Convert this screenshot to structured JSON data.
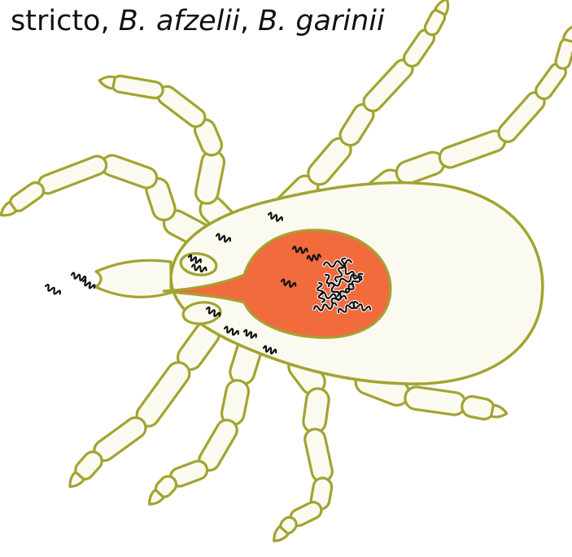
{
  "caption": {
    "text_prefix": "stricto, ",
    "species_1": "B. afzelii",
    "separator": ", ",
    "species_2": "B. garinii"
  },
  "colors": {
    "outline": "#a3a331",
    "body_fill": "#fbfaf0",
    "midgut_fill": "#f16b3d",
    "spirochete": "#111111"
  },
  "icons": [
    "tick-body",
    "tick-leg",
    "tick-mouthparts",
    "tick-midgut",
    "spirochete-squiggle"
  ]
}
